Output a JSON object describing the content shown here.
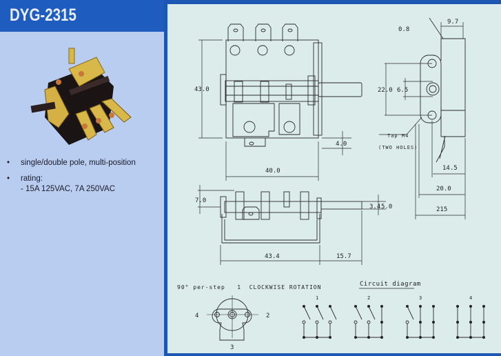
{
  "header": {
    "title": "DYG-2315"
  },
  "features": [
    {
      "bullet": "•",
      "text": "single/double pole, multi-position"
    },
    {
      "bullet": "•",
      "text": "rating:"
    },
    {
      "bullet": "",
      "text": "- 15A 125VAC, 7A 250VAC"
    }
  ],
  "drawing": {
    "front_view": {
      "height": "43.0",
      "width": "40.0",
      "tab": "4.0"
    },
    "side_view": {
      "offset": "7.0",
      "shaft_flat": "3.4",
      "shaft_dia": "5.0",
      "body_length": "43.4",
      "shaft_length": "15.7"
    },
    "end_view": {
      "tab_thickness": "0.8",
      "tab_width": "9.7",
      "hole_spacing": "22.0",
      "shaft_flat": "6.5",
      "note_1": "Tap M4",
      "note_2": "(TWO HOLES)",
      "dim_1": "14.5",
      "dim_2": "20.0",
      "dim_3": "215"
    },
    "rotation": {
      "text": "90° per-step   1  CLOCKWISE ROTATION",
      "pos_2": "2",
      "pos_3": "3",
      "pos_4": "4"
    },
    "circuit": {
      "title": "Circuit diagram",
      "positions": [
        "1",
        "2",
        "3",
        "4"
      ]
    }
  },
  "colors": {
    "header": "#1f5cc0",
    "left_panel": "#b8cdef",
    "drawing_bg": "#dcecea",
    "line": "#2a2a2a"
  }
}
